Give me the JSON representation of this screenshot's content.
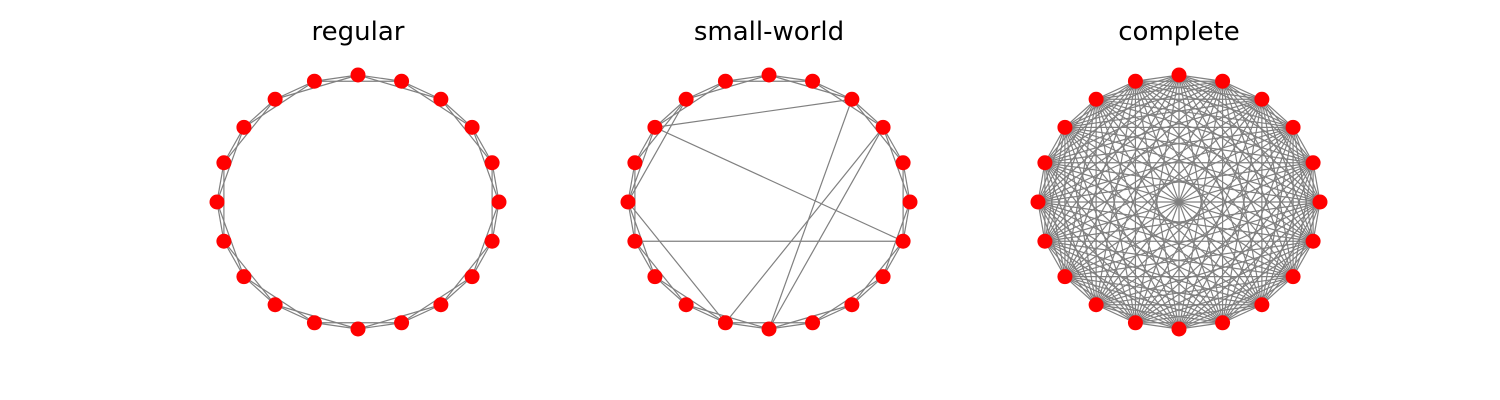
{
  "figure": {
    "colors": {
      "edge": "#808080",
      "node": "#ff0000",
      "background": "#ffffff"
    }
  },
  "panels": [
    {
      "title": "regular",
      "node_count": 20,
      "layout": "circular",
      "edges": {
        "kind": "ring_lattice",
        "neighbors_each_side": 2
      }
    },
    {
      "title": "small-world",
      "node_count": 20,
      "layout": "circular",
      "edges": {
        "kind": "ring_lattice_plus_shortcuts",
        "neighbors_each_side": 2,
        "shortcuts": [
          [
            15,
            3
          ],
          [
            15,
            2
          ],
          [
            14,
            2
          ],
          [
            14,
            10
          ],
          [
            10,
            7
          ],
          [
            3,
            8
          ],
          [
            19,
            11
          ],
          [
            8,
            19
          ]
        ]
      }
    },
    {
      "title": "complete",
      "node_count": 20,
      "layout": "circular",
      "edges": {
        "kind": "complete"
      }
    }
  ]
}
